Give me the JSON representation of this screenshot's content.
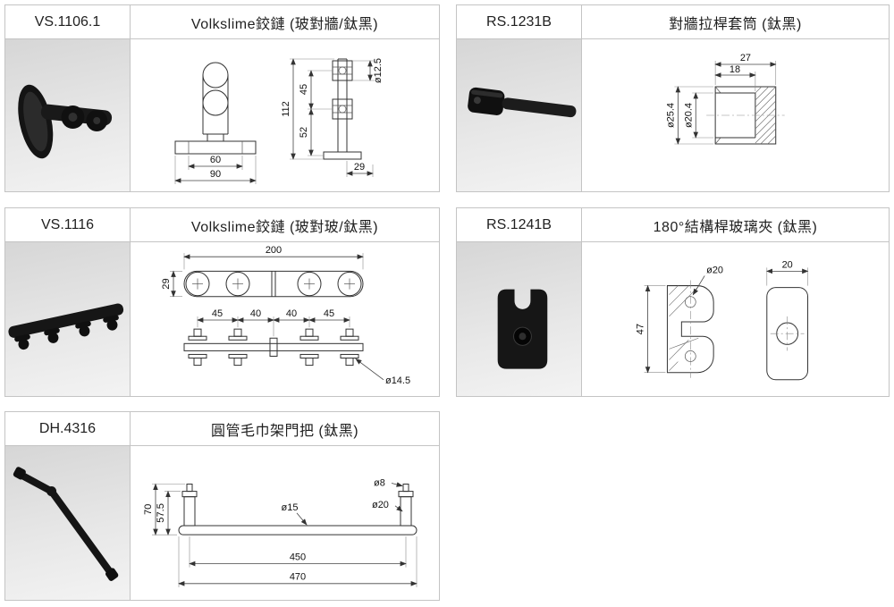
{
  "panels": [
    {
      "code": "VS.1106.1",
      "title": "Volkslime鉸鏈 (玻對牆/鈦黑)",
      "dims": {
        "height": "112",
        "lower": "52",
        "upper": "45",
        "hole_dia": "ø12.5",
        "inner_width": "60",
        "outer_width": "90",
        "base_width": "29"
      }
    },
    {
      "code": "RS.1231B",
      "title": "對牆拉桿套筒 (鈦黑)",
      "dims": {
        "outer_len": "27",
        "inner_len": "18",
        "outer_dia": "ø25.4",
        "inner_dia": "ø20.4"
      }
    },
    {
      "code": "VS.1116",
      "title": "Volkslime鉸鏈 (玻對玻/鈦黑)",
      "dims": {
        "length": "200",
        "width": "29",
        "s1": "45",
        "s2": "40",
        "s3": "40",
        "s4": "45",
        "hole_dia": "ø14.5"
      }
    },
    {
      "code": "RS.1241B",
      "title": "180°結構桿玻璃夾 (鈦黑)",
      "dims": {
        "hole_dia": "ø20",
        "width": "20",
        "height": "47"
      }
    },
    {
      "code": "DH.4316",
      "title": "圓管毛巾架門把 (鈦黑)",
      "dims": {
        "h1": "70",
        "h2": "57.5",
        "bar_dia": "ø15",
        "bolt_dia": "ø8",
        "post_dia": "ø20",
        "span": "450",
        "length": "470"
      }
    }
  ]
}
